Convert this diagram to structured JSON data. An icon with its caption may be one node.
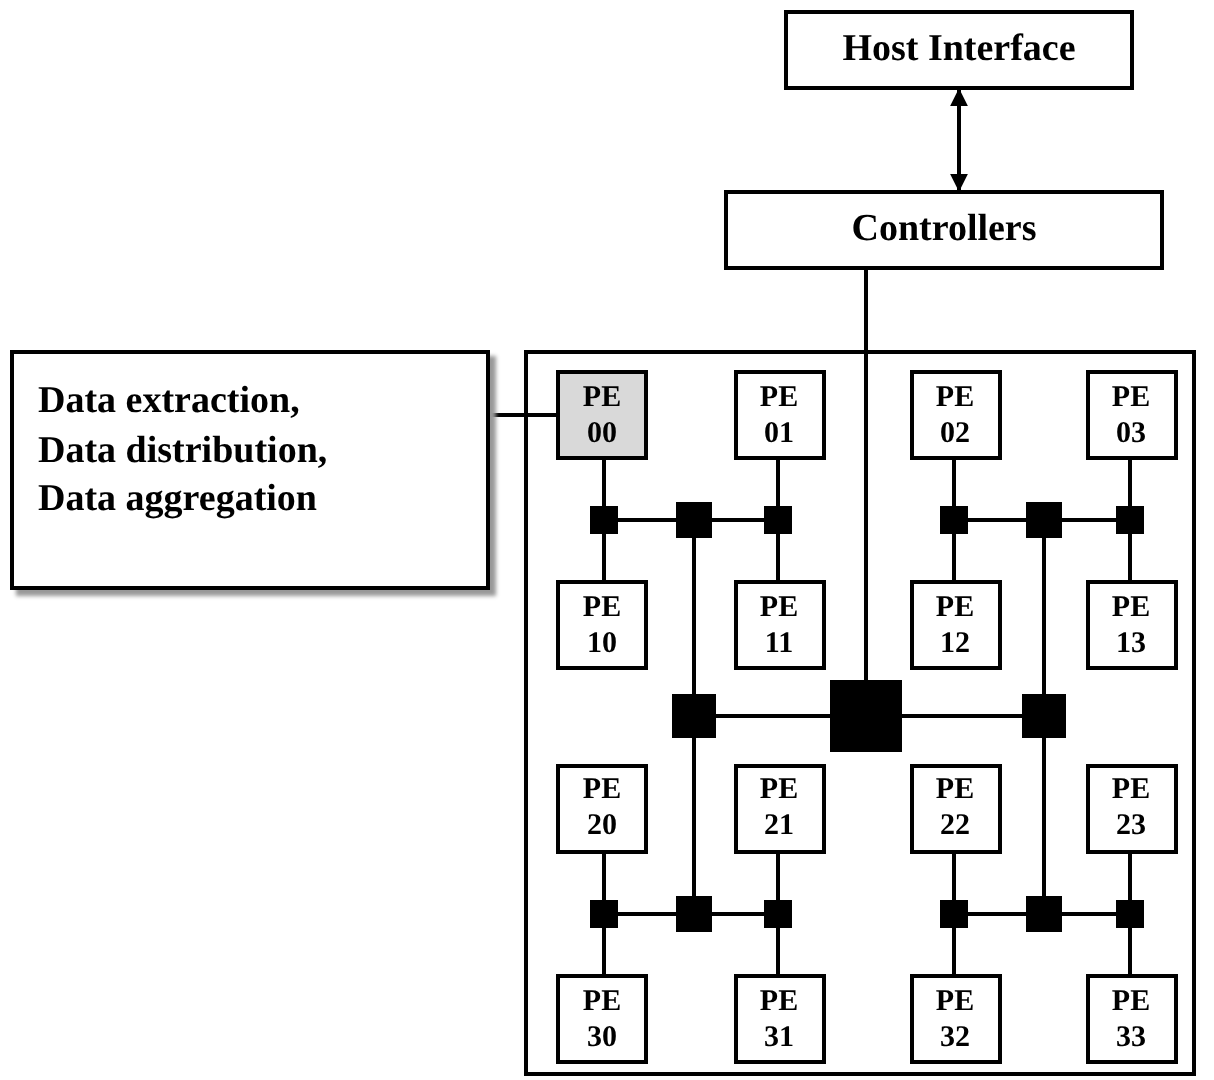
{
  "diagram": {
    "nodes": [
      {
        "text": [
          "Host Interface"
        ]
      },
      {
        "text": [
          "Controllers"
        ]
      },
      {
        "text": [
          "Data extraction, Data distribution, Data aggregation"
        ]
      },
      {
        "text": [],
        "shape": "box"
      },
      {
        "text": [
          "PE 00"
        ],
        "in": 3
      },
      {
        "text": [
          "PE 01"
        ],
        "in": 3
      },
      {
        "text": [
          "PE 02"
        ],
        "in": 3
      },
      {
        "text": [
          "PE 03"
        ],
        "in": 3
      },
      {
        "text": [
          "PE 10"
        ],
        "in": 3
      },
      {
        "text": [
          "PE 11"
        ],
        "in": 3
      },
      {
        "text": [
          "PE 12"
        ],
        "in": 3
      },
      {
        "text": [
          "PE 13"
        ],
        "in": 3
      },
      {
        "text": [
          "PE 20"
        ],
        "in": 3
      },
      {
        "text": [
          "PE 21"
        ],
        "in": 3
      },
      {
        "text": [
          "PE 22"
        ],
        "in": 3
      },
      {
        "text": [
          "PE 23"
        ],
        "in": 3
      },
      {
        "text": [
          "PE 30"
        ],
        "in": 3
      },
      {
        "text": [
          "PE 31"
        ],
        "in": 3
      },
      {
        "text": [
          "PE 32"
        ],
        "in": 3
      },
      {
        "text": [
          "PE 33"
        ],
        "in": 3
      },
      {
        "text": [],
        "shape": "box",
        "in": 3
      },
      {
        "text": [],
        "shape": "box",
        "in": 3
      },
      {
        "text": [],
        "shape": "box",
        "in": 3
      },
      {
        "text": [],
        "shape": "box",
        "in": 3
      },
      {
        "text": [],
        "shape": "box",
        "in": 3
      },
      {
        "text": [],
        "shape": "box",
        "in": 3
      },
      {
        "text": [],
        "shape": "box",
        "in": 3
      },
      {
        "text": [],
        "shape": "box",
        "in": 3
      },
      {
        "text": [],
        "shape": "box",
        "in": 3
      },
      {
        "text": [],
        "shape": "box",
        "in": 3
      },
      {
        "text": [],
        "shape": "box",
        "in": 3
      },
      {
        "text": [],
        "shape": "box",
        "in": 3
      },
      {
        "text": [],
        "shape": "box",
        "in": 3
      },
      {
        "text": [],
        "shape": "box",
        "in": 3
      },
      {
        "text": [],
        "shape": "box",
        "in": 3
      }
    ],
    "edges": [
      {
        "from": 0,
        "to": 1,
        "arrow": "both"
      },
      {
        "from": 1,
        "to": 27,
        "arrow": "none"
      },
      {
        "from": 2,
        "to": 4,
        "arrow": "none"
      },
      {
        "from": 4,
        "to": 20,
        "arrow": "none"
      },
      {
        "from": 20,
        "to": 8,
        "arrow": "none"
      },
      {
        "from": 20,
        "to": 21,
        "arrow": "none"
      },
      {
        "from": 21,
        "to": 22,
        "arrow": "none"
      },
      {
        "from": 5,
        "to": 22,
        "arrow": "none"
      },
      {
        "from": 22,
        "to": 9,
        "arrow": "none"
      },
      {
        "from": 6,
        "to": 23,
        "arrow": "none"
      },
      {
        "from": 23,
        "to": 10,
        "arrow": "none"
      },
      {
        "from": 23,
        "to": 24,
        "arrow": "none"
      },
      {
        "from": 24,
        "to": 25,
        "arrow": "none"
      },
      {
        "from": 7,
        "to": 25,
        "arrow": "none"
      },
      {
        "from": 25,
        "to": 11,
        "arrow": "none"
      },
      {
        "from": 21,
        "to": 26,
        "arrow": "none"
      },
      {
        "from": 26,
        "to": 27,
        "arrow": "none"
      },
      {
        "from": 27,
        "to": 28,
        "arrow": "none"
      },
      {
        "from": 24,
        "to": 28,
        "arrow": "none"
      },
      {
        "from": 26,
        "to": 30,
        "arrow": "none"
      },
      {
        "from": 28,
        "to": 33,
        "arrow": "none"
      },
      {
        "from": 12,
        "to": 29,
        "arrow": "none"
      },
      {
        "from": 29,
        "to": 16,
        "arrow": "none"
      },
      {
        "from": 29,
        "to": 30,
        "arrow": "none"
      },
      {
        "from": 30,
        "to": 31,
        "arrow": "none"
      },
      {
        "from": 13,
        "to": 31,
        "arrow": "none"
      },
      {
        "from": 31,
        "to": 17,
        "arrow": "none"
      },
      {
        "from": 14,
        "to": 32,
        "arrow": "none"
      },
      {
        "from": 32,
        "to": 18,
        "arrow": "none"
      },
      {
        "from": 32,
        "to": 33,
        "arrow": "none"
      },
      {
        "from": 33,
        "to": 34,
        "arrow": "none"
      },
      {
        "from": 15,
        "to": 34,
        "arrow": "none"
      },
      {
        "from": 34,
        "to": 19,
        "arrow": "none"
      }
    ]
  }
}
